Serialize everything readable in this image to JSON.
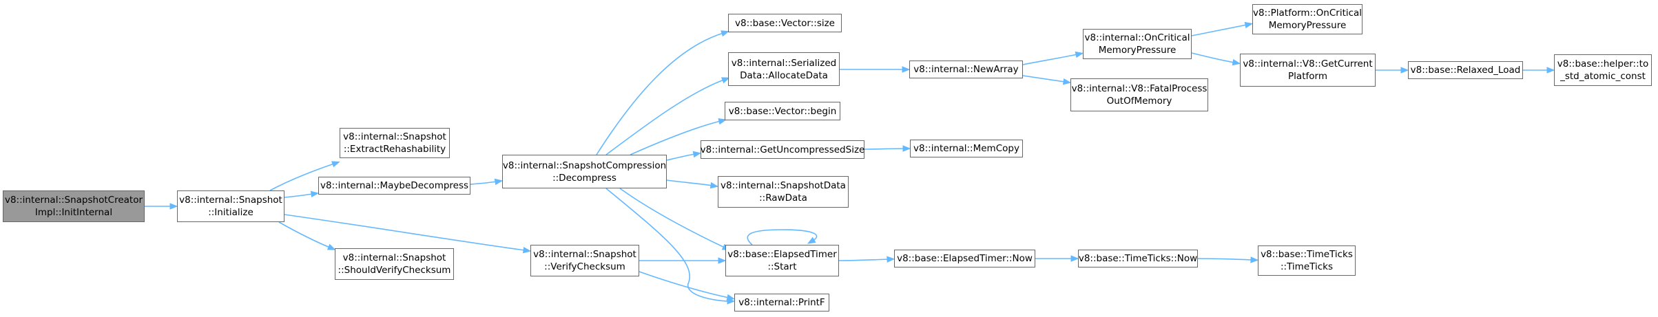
{
  "colors": {
    "edge": "#63b8ff",
    "node_border": "#666666",
    "root_fill": "#999999",
    "node_fill": "#ffffff"
  },
  "nodes": [
    {
      "id": "n0",
      "lines": [
        "v8::internal::SnapshotCreator",
        "Impl::InitInternal"
      ],
      "root": true
    },
    {
      "id": "n1",
      "lines": [
        "v8::internal::Snapshot",
        "::Initialize"
      ]
    },
    {
      "id": "n2",
      "lines": [
        "v8::internal::Snapshot",
        "::ExtractRehashability"
      ]
    },
    {
      "id": "n3",
      "lines": [
        "v8::internal::MaybeDecompress"
      ]
    },
    {
      "id": "n4",
      "lines": [
        "v8::internal::SnapshotCompression",
        "::Decompress"
      ]
    },
    {
      "id": "n5",
      "lines": [
        "v8::internal::Snapshot",
        "::ShouldVerifyChecksum"
      ]
    },
    {
      "id": "n6",
      "lines": [
        "v8::internal::Snapshot",
        "::VerifyChecksum"
      ]
    },
    {
      "id": "n7",
      "lines": [
        "v8::base::Vector::size"
      ]
    },
    {
      "id": "n8",
      "lines": [
        "v8::internal::Serialized",
        "Data::AllocateData"
      ]
    },
    {
      "id": "n9",
      "lines": [
        "v8::base::Vector::begin"
      ]
    },
    {
      "id": "n10",
      "lines": [
        "v8::internal::GetUncompressedSize"
      ]
    },
    {
      "id": "n11",
      "lines": [
        "v8::internal::SnapshotData",
        "::RawData"
      ]
    },
    {
      "id": "n12",
      "lines": [
        "v8::base::ElapsedTimer",
        "::Start"
      ]
    },
    {
      "id": "n13",
      "lines": [
        "v8::internal::PrintF"
      ]
    },
    {
      "id": "n14",
      "lines": [
        "v8::internal::NewArray"
      ]
    },
    {
      "id": "n15",
      "lines": [
        "v8::internal::MemCopy"
      ]
    },
    {
      "id": "n16",
      "lines": [
        "v8::base::ElapsedTimer::Now"
      ]
    },
    {
      "id": "n17",
      "lines": [
        "v8::internal::OnCritical",
        "MemoryPressure"
      ]
    },
    {
      "id": "n18",
      "lines": [
        "v8::internal::V8::FatalProcess",
        "OutOfMemory"
      ]
    },
    {
      "id": "n19",
      "lines": [
        "v8::base::TimeTicks::Now"
      ]
    },
    {
      "id": "n20",
      "lines": [
        "v8::Platform::OnCritical",
        "MemoryPressure"
      ]
    },
    {
      "id": "n21",
      "lines": [
        "v8::internal::V8::GetCurrent",
        "Platform"
      ]
    },
    {
      "id": "n22",
      "lines": [
        "v8::base::TimeTicks",
        "::TimeTicks"
      ]
    },
    {
      "id": "n23",
      "lines": [
        "v8::base::Relaxed_Load"
      ]
    },
    {
      "id": "n24",
      "lines": [
        "v8::base::helper::to",
        "_std_atomic_const"
      ]
    }
  ],
  "edges": [
    [
      "n0",
      "n1"
    ],
    [
      "n1",
      "n2"
    ],
    [
      "n1",
      "n3"
    ],
    [
      "n1",
      "n5"
    ],
    [
      "n1",
      "n6"
    ],
    [
      "n3",
      "n4"
    ],
    [
      "n4",
      "n7"
    ],
    [
      "n4",
      "n8"
    ],
    [
      "n4",
      "n9"
    ],
    [
      "n4",
      "n10"
    ],
    [
      "n4",
      "n11"
    ],
    [
      "n4",
      "n12"
    ],
    [
      "n4",
      "n13"
    ],
    [
      "n6",
      "n12"
    ],
    [
      "n6",
      "n13"
    ],
    [
      "n12",
      "n12"
    ],
    [
      "n12",
      "n16"
    ],
    [
      "n8",
      "n14"
    ],
    [
      "n10",
      "n15"
    ],
    [
      "n14",
      "n17"
    ],
    [
      "n14",
      "n18"
    ],
    [
      "n17",
      "n20"
    ],
    [
      "n17",
      "n21"
    ],
    [
      "n21",
      "n23"
    ],
    [
      "n23",
      "n24"
    ],
    [
      "n16",
      "n19"
    ],
    [
      "n19",
      "n22"
    ]
  ]
}
